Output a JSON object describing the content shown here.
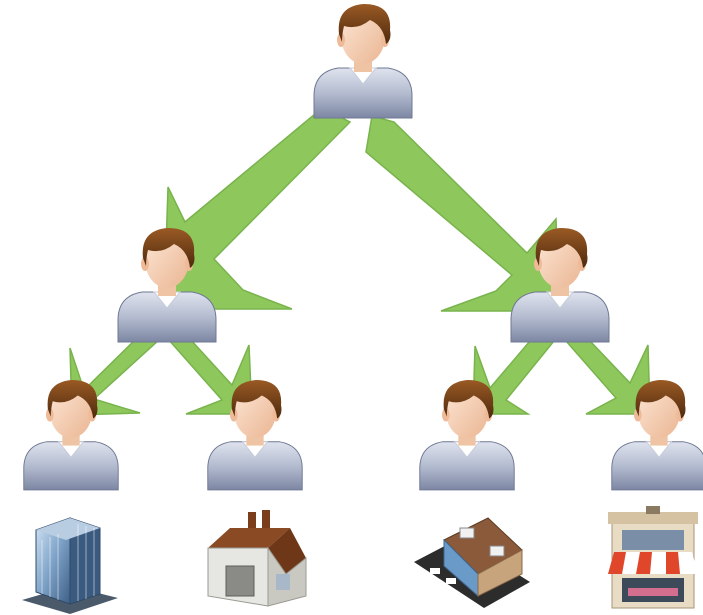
{
  "diagram": {
    "type": "hierarchy",
    "colors": {
      "arrow": "#8cc95c",
      "arrow_stroke": "#7ab74c",
      "skin": "#f7d6bd",
      "hair": "#6a3a14",
      "shirt": "#b8bfd3",
      "building_blue": "#5b7fa8",
      "brick": "#8a4a24",
      "awning_red": "#e0462a"
    },
    "nodes": [
      {
        "id": "root",
        "kind": "person",
        "level": 0
      },
      {
        "id": "manager-left",
        "kind": "person",
        "level": 1
      },
      {
        "id": "manager-right",
        "kind": "person",
        "level": 1
      },
      {
        "id": "staff-1",
        "kind": "person",
        "level": 2
      },
      {
        "id": "staff-2",
        "kind": "person",
        "level": 2
      },
      {
        "id": "staff-3",
        "kind": "person",
        "level": 2
      },
      {
        "id": "staff-4",
        "kind": "person",
        "level": 2
      }
    ],
    "edges": [
      {
        "from": "root",
        "to": "manager-left"
      },
      {
        "from": "root",
        "to": "manager-right"
      },
      {
        "from": "manager-left",
        "to": "staff-1"
      },
      {
        "from": "manager-left",
        "to": "staff-2"
      },
      {
        "from": "manager-right",
        "to": "staff-3"
      },
      {
        "from": "manager-right",
        "to": "staff-4"
      }
    ],
    "buildings": [
      {
        "id": "office-tower",
        "icon": "office-building-icon",
        "under": "staff-1"
      },
      {
        "id": "factory",
        "icon": "factory-icon",
        "under": "staff-2"
      },
      {
        "id": "warehouse",
        "icon": "warehouse-icon",
        "under": "staff-3"
      },
      {
        "id": "shop",
        "icon": "shop-icon",
        "under": "staff-4"
      }
    ]
  }
}
